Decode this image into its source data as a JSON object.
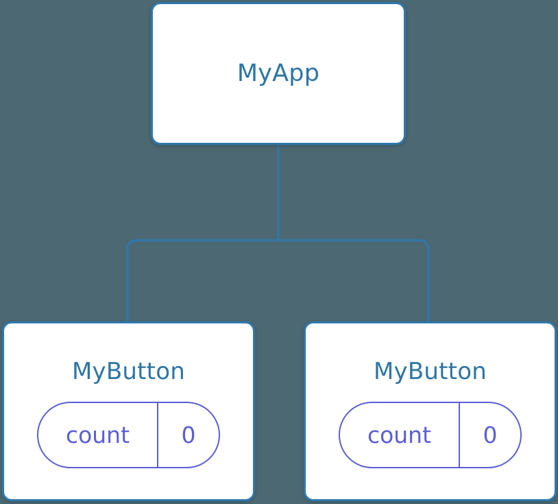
{
  "diagram": {
    "title": "component-tree",
    "background_color": "#4c6873",
    "node_border_color": "#2e78ad",
    "node_text_color": "#2e75a3",
    "node_fill_color": "#ffffff",
    "state_accent_color": "#5a5fd4",
    "connector_color": "#2e78ad"
  },
  "root": {
    "label": "MyApp"
  },
  "children": [
    {
      "label": "MyButton",
      "state": {
        "key": "count",
        "value": "0"
      }
    },
    {
      "label": "MyButton",
      "state": {
        "key": "count",
        "value": "0"
      }
    }
  ]
}
